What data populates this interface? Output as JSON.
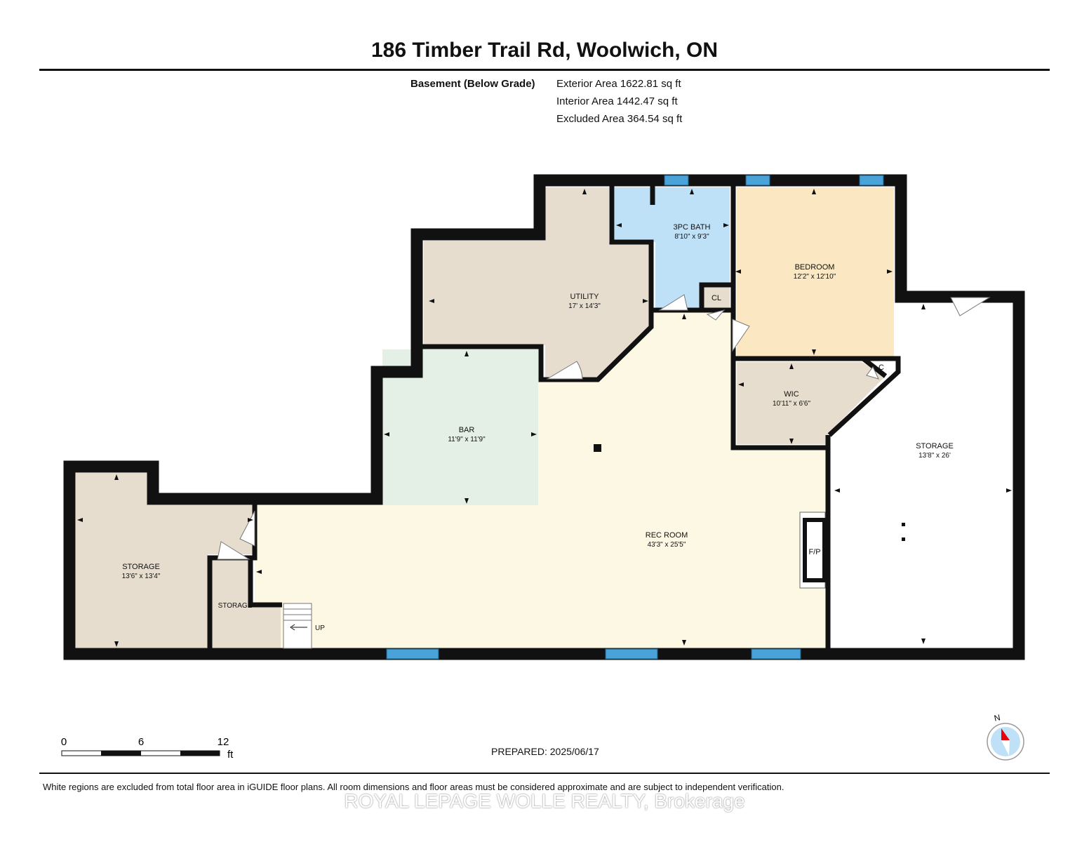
{
  "header": {
    "title": "186 Timber Trail Rd, Woolwich, ON",
    "level": "Basement (Below Grade)",
    "exterior_area": "Exterior Area 1622.81 sq ft",
    "interior_area": "Interior Area 1442.47 sq ft",
    "excluded_area": "Excluded Area 364.54 sq ft"
  },
  "rooms": {
    "utility": {
      "name": "UTILITY",
      "dims": "17' x 14'3\""
    },
    "bath": {
      "name": "3PC BATH",
      "dims": "8'10\" x 9'3\""
    },
    "closet": {
      "name": "CL"
    },
    "bedroom": {
      "name": "BEDROOM",
      "dims": "12'2\" x 12'10\""
    },
    "wic": {
      "name": "WIC",
      "dims": "10'11\" x 6'6\""
    },
    "wic_closet": {
      "name": "C"
    },
    "bar": {
      "name": "BAR",
      "dims": "11'9\" x 11'9\""
    },
    "storage_right": {
      "name": "STORAGE",
      "dims": "13'8\" x 26'"
    },
    "rec": {
      "name": "REC ROOM",
      "dims": "43'3\" x 25'5\""
    },
    "fireplace": {
      "name": "F/P"
    },
    "storage_left": {
      "name": "STORAGE",
      "dims": "13'6\" x 13'4\""
    },
    "storage_small": {
      "name": "STORAGE"
    },
    "stairs": {
      "name": "UP"
    }
  },
  "scale": {
    "ticks": [
      "0",
      "6",
      "12"
    ],
    "unit": "ft"
  },
  "compass": {
    "label": "N"
  },
  "footer": {
    "prepared": "PREPARED: 2025/06/17",
    "disclaimer": "White regions are excluded from total floor area in iGUIDE floor plans. All room dimensions and floor areas must be considered approximate and are subject to independent verification.",
    "watermark": "ROYAL LEPAGE WOLLE REALTY, Brokerage"
  },
  "colors": {
    "wall": "#111111",
    "window": "#4aa3d8",
    "tan": "#e6ddcf",
    "rec": "#fdf8e3",
    "bar": "#e4efe6",
    "bath": "#bfe1f8",
    "bedroom": "#fbe8c2"
  }
}
